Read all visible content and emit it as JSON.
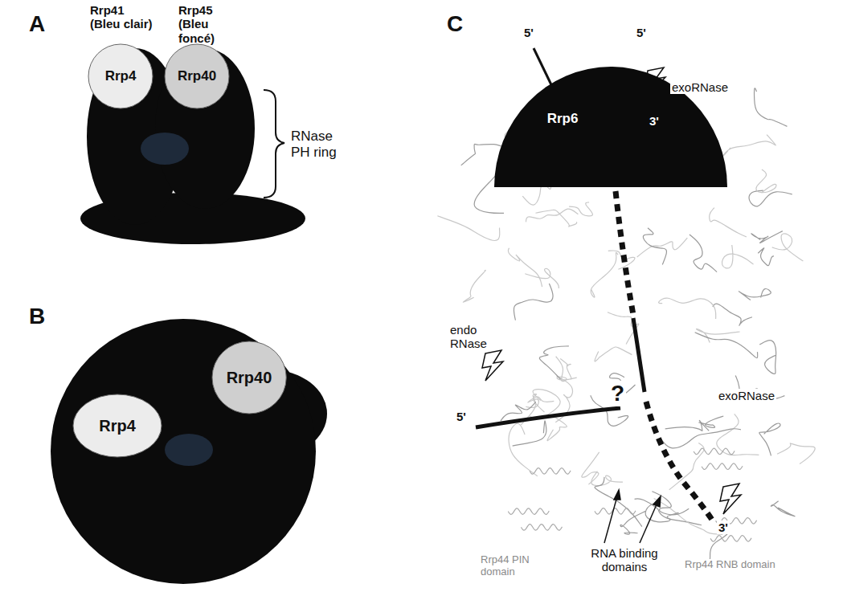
{
  "diagram": {
    "nodes": [
      {
        "text": [
          "Rrp4"
        ]
      },
      {
        "text": [
          "Rrp40"
        ]
      },
      {
        "text": [
          "Rrp4"
        ]
      },
      {
        "text": [
          "Rrp40"
        ]
      },
      {
        "text": [
          "Rrp6"
        ]
      }
    ],
    "labels": [
      "A",
      "Rrp41 (Bleu clair)",
      "Rrp45 (Bleu foncé)",
      "RNase PH ring",
      "B",
      "C",
      "5'",
      "5'",
      "exoRNase",
      "3'",
      "endo RNase",
      "5'",
      "?",
      "exoRNase",
      "3'",
      "RNA binding domains",
      "Rrp44 PIN domain",
      "Rrp44 RNB domain"
    ]
  }
}
